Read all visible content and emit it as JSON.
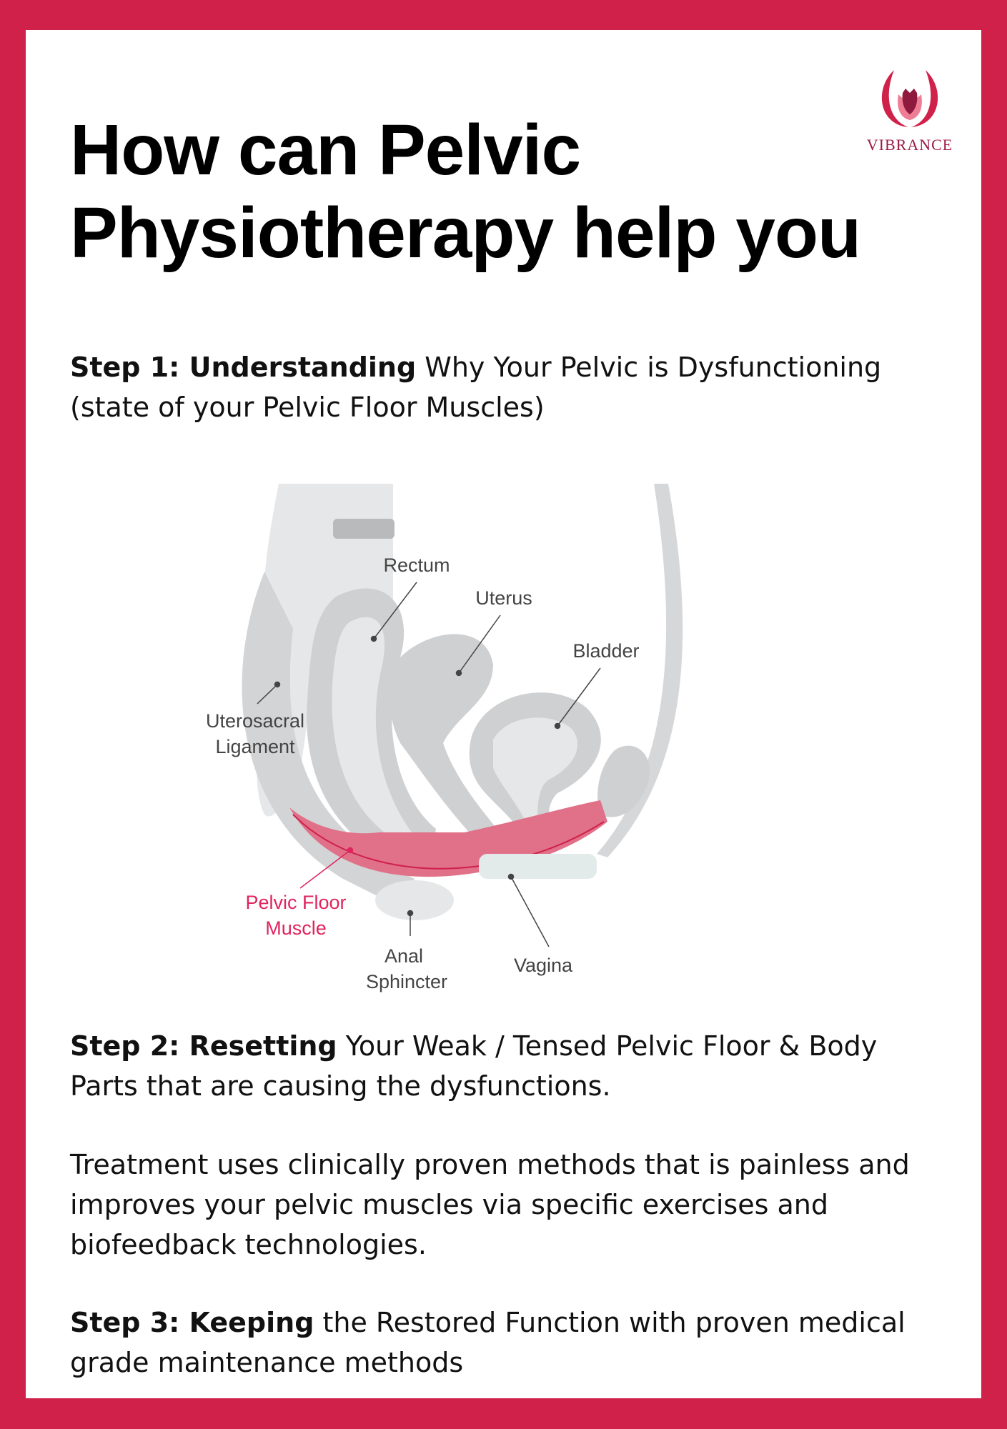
{
  "brand": {
    "name": "VIBRANCE",
    "accent_color": "#d0214b"
  },
  "title": {
    "line1": "How can Pelvic",
    "line2": "Physiotherapy help you"
  },
  "step1": {
    "bold": "Step 1: Understanding",
    "text": " Why Your Pelvic is Dysfunctioning (state of your Pelvic Floor Muscles)"
  },
  "diagram": {
    "labels": {
      "rectum": "Rectum",
      "uterus": "Uterus",
      "bladder": "Bladder",
      "uterosacral_1": "Uterosacral",
      "uterosacral_2": "Ligament",
      "pelvic_floor_1": "Pelvic Floor",
      "pelvic_floor_2": "Muscle",
      "anal_1": "Anal",
      "anal_2": "Sphincter",
      "vagina": "Vagina"
    }
  },
  "step2": {
    "bold": "Step 2: Resetting",
    "text": " Your Weak / Tensed Pelvic Floor & Body Parts that are causing the dysfunctions."
  },
  "treatment": "Treatment uses clinically proven methods that is painless and improves your pelvic muscles via specific exercises and biofeedback technologies.",
  "step3": {
    "bold": "Step 3: Keeping",
    "text": " the Restored Function with proven medical grade maintenance methods"
  }
}
